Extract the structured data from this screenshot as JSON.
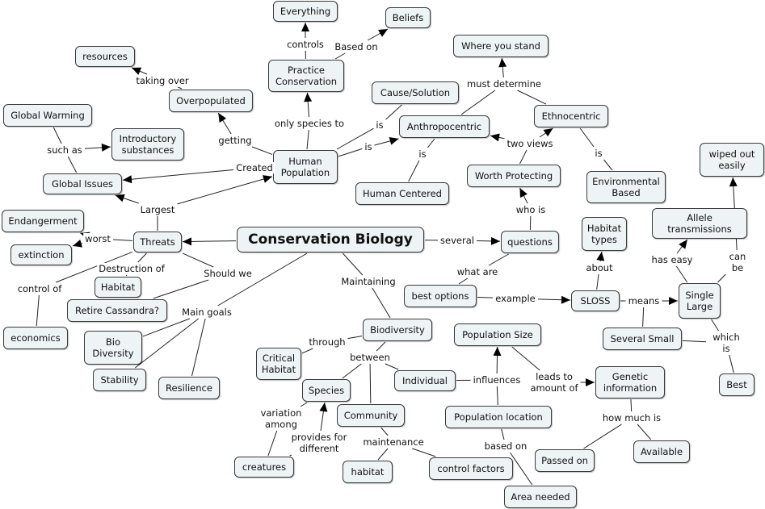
{
  "concepts": {
    "conservbio": "Conservation Biology",
    "everything": "Everything",
    "beliefs": "Beliefs",
    "practice": "Practice\nConservation",
    "where": "Where you stand",
    "resources": "resources",
    "overpop": "Overpopulated",
    "causesol": "Cause/Solution",
    "anthro": "Anthropocentric",
    "ethno": "Ethnocentric",
    "globalwarm": "Global Warming",
    "intro": "Introductory\nsubstances",
    "humanpop": "Human\nPopulation",
    "globalissues": "Global Issues",
    "worth": "Worth Protecting",
    "humancentered": "Human Centered",
    "envbased": "Environmental\nBased",
    "wipedout": "wiped out\neasily",
    "endanger": "Endangerment",
    "habitattypes": "Habitat\ntypes",
    "allele": "Allele\ntransmissions",
    "threats": "Threats",
    "questions": "questions",
    "extinction": "extinction",
    "habitat": "Habitat",
    "retire": "Retire Cassandra?",
    "bestopt": "best options",
    "sloss": "SLOSS",
    "single": "Single\nLarge",
    "economics": "economics",
    "bio": "Bio\nDiversity",
    "biodiversity": "Biodiversity",
    "popsize": "Population Size",
    "severalsmall": "Several Small",
    "critical": "Critical\nHabitat",
    "stability": "Stability",
    "resilience": "Resilience",
    "individual": "Individual",
    "genetic": "Genetic\ninformation",
    "best": "Best",
    "species": "Species",
    "community": "Community",
    "poploc": "Population location",
    "creatures": "creatures",
    "habitat2": "habitat",
    "control": "control factors",
    "passedon": "Passed on",
    "available": "Available",
    "areaneeded": "Area needed"
  },
  "links": {
    "controls": "controls",
    "basedon": "Based on",
    "takingover": "taking over",
    "mustdetermine": "must determine",
    "onlyspecies": "only species to",
    "is1": "is",
    "is2": "is",
    "getting": "getting",
    "suchas": "such as",
    "created": "Created",
    "is3": "is",
    "twoviews": "two views",
    "is4": "is",
    "largest": "Largest",
    "whois": "who is",
    "worst": "worst",
    "several": "several",
    "haseasy": "has easy",
    "canbe": "can be",
    "about": "about",
    "destruction": "Destruction of",
    "shouldwe": "Should we",
    "maintaining": "Maintaining",
    "controlof": "control of",
    "whatare": "what are",
    "example": "example",
    "means": "means",
    "maingoals": "Main goals",
    "through": "through",
    "between": "between",
    "whichis": "which is",
    "influences": "influences",
    "leadsto": "leads to\namount of",
    "variation": "variation\namong",
    "provides": "provides for\ndifferent",
    "maintenance": "maintenance",
    "howmuch": "how much is",
    "basedon2": "based on"
  }
}
